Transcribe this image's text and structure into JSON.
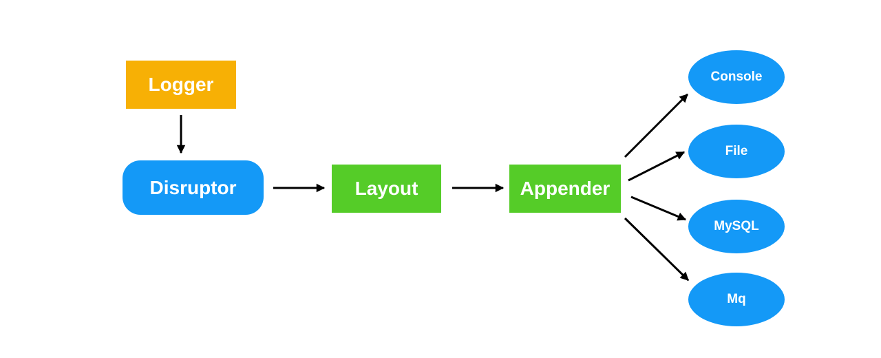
{
  "diagram": {
    "nodes": {
      "logger": {
        "label": "Logger",
        "shape": "rectangle",
        "color": "orange"
      },
      "disruptor": {
        "label": "Disruptor",
        "shape": "rounded-rectangle",
        "color": "blue"
      },
      "layout": {
        "label": "Layout",
        "shape": "rectangle",
        "color": "green"
      },
      "appender": {
        "label": "Appender",
        "shape": "rectangle",
        "color": "green"
      },
      "console": {
        "label": "Console",
        "shape": "ellipse",
        "color": "blue"
      },
      "file": {
        "label": "File",
        "shape": "ellipse",
        "color": "blue"
      },
      "mysql": {
        "label": "MySQL",
        "shape": "ellipse",
        "color": "blue"
      },
      "mq": {
        "label": "Mq",
        "shape": "ellipse",
        "color": "blue"
      }
    },
    "edges": [
      {
        "from": "Logger",
        "to": "Disruptor"
      },
      {
        "from": "Disruptor",
        "to": "Layout"
      },
      {
        "from": "Layout",
        "to": "Appender"
      },
      {
        "from": "Appender",
        "to": "Console"
      },
      {
        "from": "Appender",
        "to": "File"
      },
      {
        "from": "Appender",
        "to": "MySQL"
      },
      {
        "from": "Appender",
        "to": "Mq"
      }
    ]
  },
  "colors": {
    "node_orange": "#F7B005",
    "node_blue": "#1499F7",
    "node_green": "#55CC28",
    "arrow": "#000000",
    "label_text": "#FFFFFF",
    "background": "#FFFFFF"
  }
}
